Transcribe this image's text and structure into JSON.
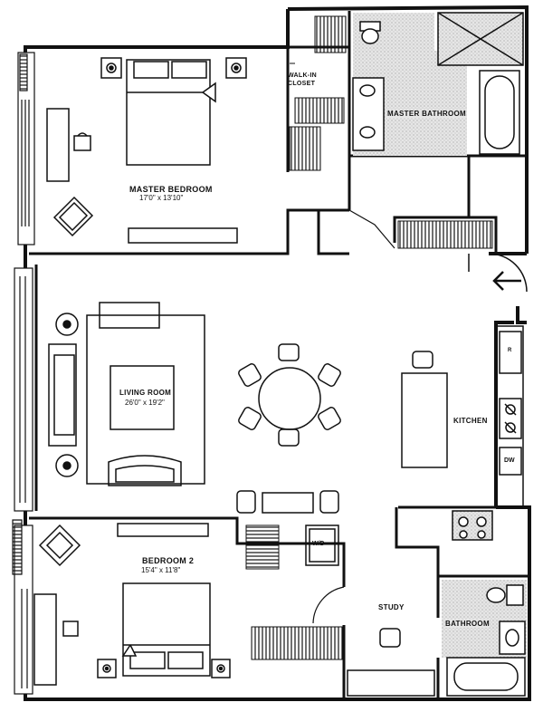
{
  "rooms": {
    "master_bedroom": {
      "name": "MASTER BEDROOM",
      "dims": "17'0\" x 13'10\""
    },
    "walk_in_closet": {
      "name_line1": "WALK-IN",
      "name_line2": "CLOSET"
    },
    "master_bathroom": {
      "name": "MASTER BATHROOM"
    },
    "living_room": {
      "name": "LIVING ROOM",
      "dims": "26'0\" x 19'2\""
    },
    "kitchen": {
      "name": "KITCHEN"
    },
    "bedroom_2": {
      "name": "BEDROOM 2",
      "dims": "15'4\" x 11'8\""
    },
    "study": {
      "name": "STUDY"
    },
    "bathroom": {
      "name": "BATHROOM"
    }
  },
  "appliances": {
    "dishwasher": "DW",
    "washer_dryer": "W/D",
    "refrigerator": "R"
  },
  "icons": {
    "entry": "entry-arrow-icon"
  },
  "colors": {
    "line": "#111111",
    "background": "#ffffff",
    "tile": "#d9d9d9"
  }
}
